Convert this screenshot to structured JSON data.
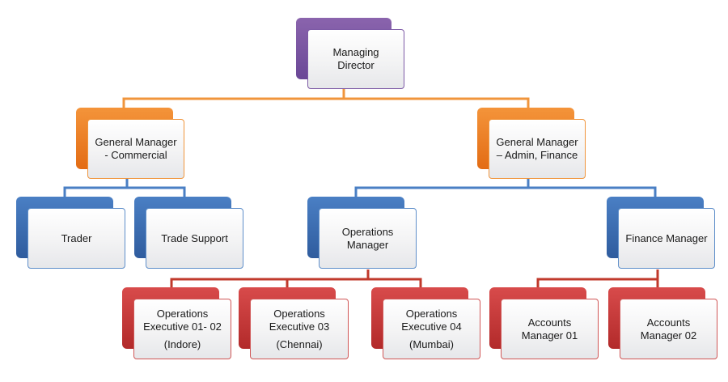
{
  "colors": {
    "purple": "#7d5aa6",
    "orange": "#f0953c",
    "blue": "#4a7fc4",
    "red": "#c0392b"
  },
  "nodes": {
    "md": {
      "l1": "Managing",
      "l2": "Director"
    },
    "gm_commercial": {
      "l1": "General Manager",
      "l2": "- Commercial"
    },
    "gm_admin": {
      "l1": "General Manager",
      "l2": "– Admin, Finance"
    },
    "trader": {
      "l1": "Trader"
    },
    "trade_support": {
      "l1": "Trade Support"
    },
    "ops_manager": {
      "l1": "Operations",
      "l2": "Manager"
    },
    "fin_manager": {
      "l1": "Finance Manager"
    },
    "oe_0102": {
      "l1": "Operations",
      "l2": "Executive 01- 02",
      "l3": "(Indore)"
    },
    "oe_03": {
      "l1": "Operations",
      "l2": "Executive 03",
      "l3": "(Chennai)"
    },
    "oe_04": {
      "l1": "Operations",
      "l2": "Executive 04",
      "l3": "(Mumbai)"
    },
    "am_01": {
      "l1": "Accounts",
      "l2": "Manager 01"
    },
    "am_02": {
      "l1": "Accounts",
      "l2": "Manager 02"
    }
  }
}
